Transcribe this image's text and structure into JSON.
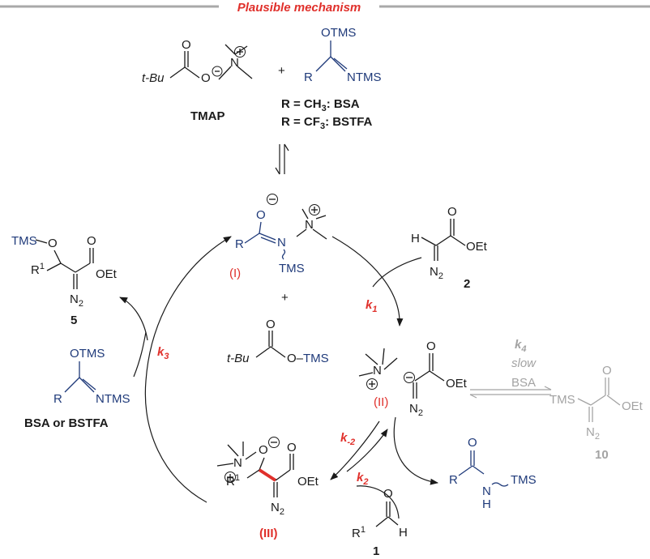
{
  "header": {
    "title": "Plausible mechanism"
  },
  "labels": {
    "t_bu": "t-Bu",
    "plus": "+",
    "tmap": "TMAP",
    "bsa_def": "R = CH3: BSA",
    "bstfa_def": "R = CF3: BSTFA",
    "otms": "OTMS",
    "ntms": "NTMS",
    "tms": "TMS",
    "r": "R",
    "r1": "R1",
    "o": "O",
    "n": "N",
    "h": "H",
    "n2": "N2",
    "oet": "OEt",
    "otms_link": "O–TMS",
    "int_I": "(I)",
    "int_II": "(II)",
    "int_III": "(III)",
    "cmpd_1": "1",
    "cmpd_2": "2",
    "cmpd_5": "5",
    "cmpd_10": "10",
    "k1": "k1",
    "k2": "k2",
    "km2": "k-2",
    "k3": "k3",
    "k4": "k4",
    "slow": "slow",
    "bsa": "BSA",
    "bsa_or_bstfa": "BSA or BSTFA"
  },
  "colors": {
    "black": "#1a1a1a",
    "blue": "#1f3a7a",
    "red": "#e0302b",
    "grey": "#a3a3a3"
  }
}
